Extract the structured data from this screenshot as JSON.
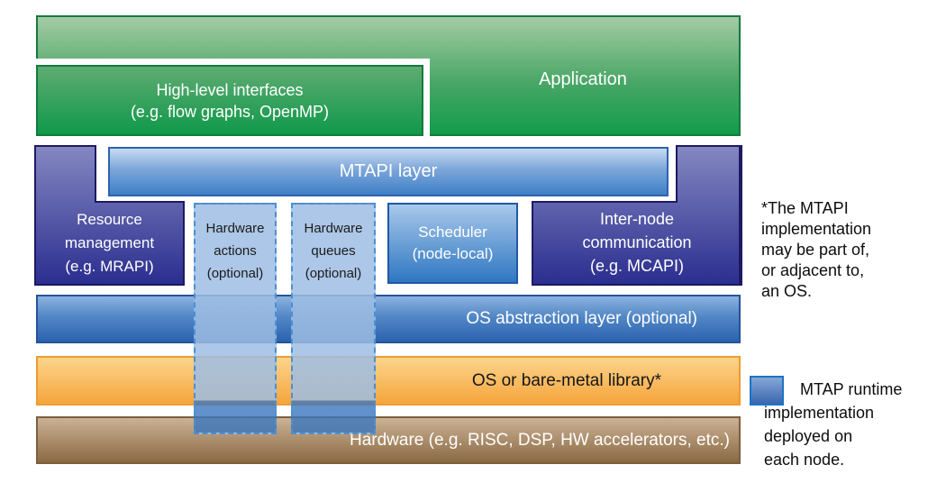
{
  "boxes": {
    "application": {
      "label": "Application"
    },
    "high_level": {
      "label": "High-level interfaces\n(e.g. flow graphs, OpenMP)"
    },
    "mtapi_layer": {
      "label": "MTAPI layer"
    },
    "resource_mgmt": {
      "label": "Resource\nmanagement\n(e.g. MRAPI)"
    },
    "hw_actions": {
      "label": "Hardware\nactions\n(optional)"
    },
    "hw_queues": {
      "label": "Hardware\nqueues\n(optional)"
    },
    "scheduler": {
      "label": "Scheduler\n(node-local)"
    },
    "inter_node": {
      "label": "Inter-node\ncommunication\n(e.g. MCAPI)"
    },
    "os_abstraction": {
      "label": "OS abstraction layer (optional)"
    },
    "os_bare_metal": {
      "label": "OS or bare-metal library*"
    },
    "hardware": {
      "label": "Hardware (e.g. RISC, DSP, HW accelerators, etc.)"
    }
  },
  "annotations": {
    "mtapi_note": "*The MTAPI\nimplementation\nmay be part of,\nor adjacent to,\nan OS.",
    "legend": {
      "swatch_icon": "mtapi-runtime-swatch",
      "label": "MTAP runtime\nimplementation\ndeployed on\neach node."
    }
  },
  "colors": {
    "green_top": "#a5cba4",
    "green_bottom": "#119c4a",
    "green_border": "#147a3e",
    "mtapi_top": "#c7daf0",
    "mtapi_bottom": "#3e80c6",
    "mtapi_border": "#2e62b0",
    "purple_top": "#8487c1",
    "purple_bottom": "#2b2e8f",
    "purple_border": "#1d1a63",
    "scheduler_top": "#a9c8ea",
    "scheduler_bottom": "#2e77c2",
    "dashed_fill": "#9ebde3",
    "dashed_border": "#4a90d3",
    "os_top": "#8cb2df",
    "os_bottom": "#2b63af",
    "orange_top": "#fcd48c",
    "orange_bottom": "#f5a53c",
    "orange_border": "#ec9c31",
    "brown_top": "#cab294",
    "brown_bottom": "#8b6943",
    "brown_border": "#7d5f3e",
    "text_light": "#ffffff",
    "text_dark": "#0d0d0d"
  }
}
